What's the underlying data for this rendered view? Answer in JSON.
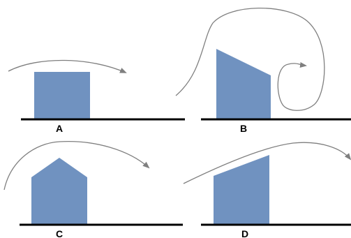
{
  "panels": [
    {
      "id": "A",
      "label": "A"
    },
    {
      "id": "B",
      "label": "B"
    },
    {
      "id": "C",
      "label": "C"
    },
    {
      "id": "D",
      "label": "D"
    }
  ],
  "colors": {
    "building": "#7092c0",
    "ground": "#000000",
    "flow": "#7f7f7f"
  }
}
